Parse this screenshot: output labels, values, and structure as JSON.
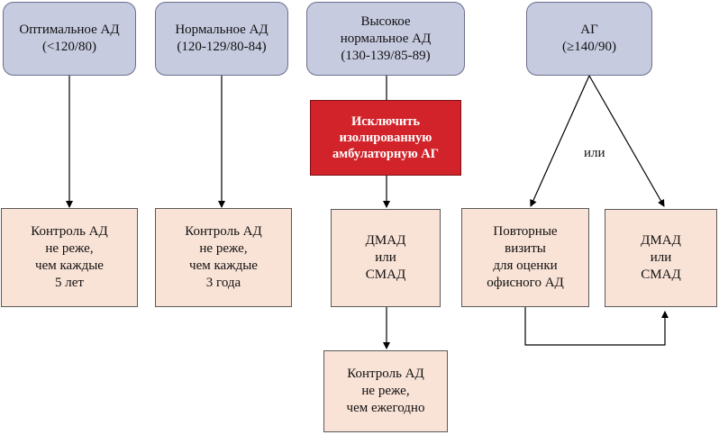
{
  "colors": {
    "top_fill": "#c7cbe0",
    "top_border": "#6b6f8c",
    "box_fill": "#f9e2d6",
    "alert_fill": "#d2232a",
    "arrow": "#000000"
  },
  "optimal": {
    "line1": "Оптимальное АД",
    "line2": "(<120/80)"
  },
  "normal": {
    "line1": "Нормальное АД",
    "line2": "(120-129/80-84)"
  },
  "high_normal": {
    "line1": "Высокое",
    "line2": "нормальное АД",
    "line3": "(130-139/85-89)"
  },
  "ag": {
    "line1": "АГ",
    "line2": "(≥140/90)"
  },
  "exclude": {
    "line1": "Исключить",
    "line2": "изолированную",
    "line3": "амбулаторную АГ"
  },
  "control_5": {
    "line1": "Контроль АД",
    "line2": "не реже,",
    "line3": "чем каждые",
    "line4": "5 лет"
  },
  "control_3": {
    "line1": "Контроль АД",
    "line2": "не реже,",
    "line3": "чем каждые",
    "line4": "3 года"
  },
  "dmad_1": {
    "line1": "ДМАД",
    "line2": "или",
    "line3": "СМАД"
  },
  "repeat_visits": {
    "line1": "Повторные",
    "line2": "визиты",
    "line3": "для оценки",
    "line4": "офисного АД"
  },
  "dmad_2": {
    "line1": "ДМАД",
    "line2": "или",
    "line3": "СМАД"
  },
  "control_yearly": {
    "line1": "Контроль АД",
    "line2": "не реже,",
    "line3": "чем ежегодно"
  },
  "or_label": "или"
}
